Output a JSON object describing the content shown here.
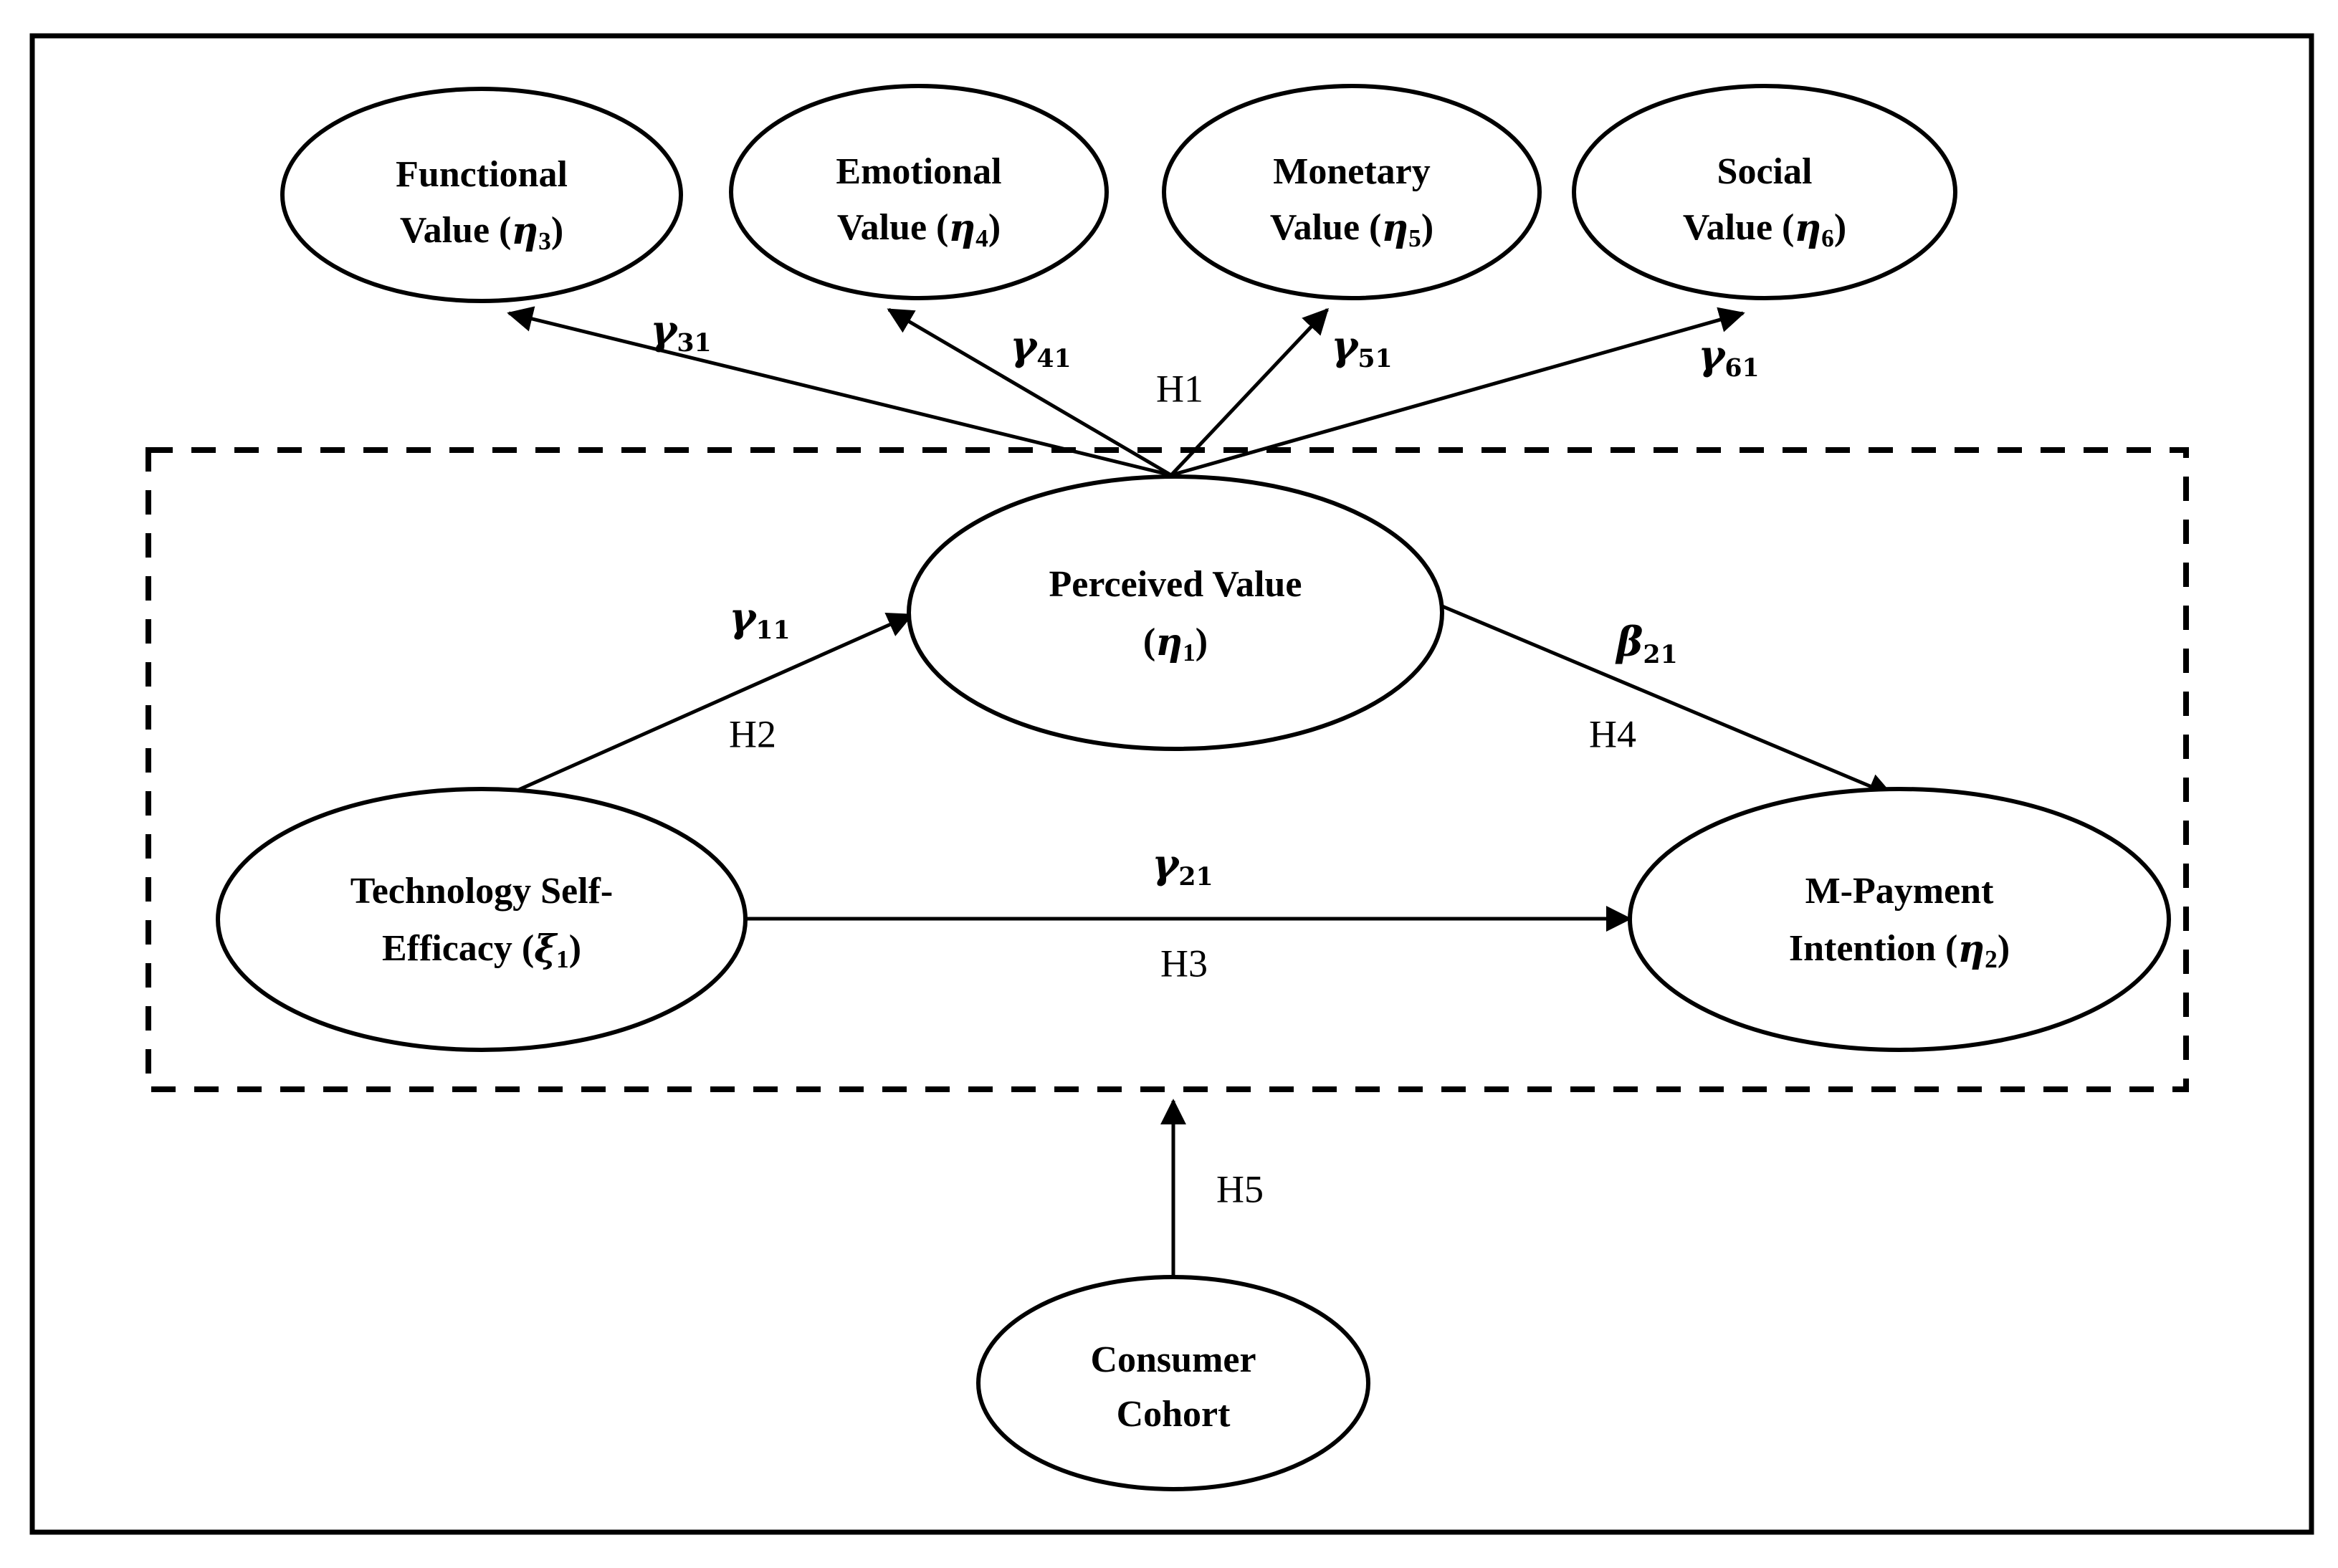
{
  "figure": {
    "type": "structural-equation-model",
    "description": "Conceptual research model of perceived value dimensions, technology self-efficacy and m-payment intention"
  },
  "nodes": {
    "functional_value": {
      "label_line1": "Functional",
      "label_line2_prefix": "Value (",
      "greek": "η",
      "subscript": "3",
      "label_line2_suffix": ")"
    },
    "emotional_value": {
      "label_line1": "Emotional",
      "label_line2_prefix": "Value (",
      "greek": "η",
      "subscript": "4",
      "label_line2_suffix": ")"
    },
    "monetary_value": {
      "label_line1": "Monetary",
      "label_line2_prefix": "Value (",
      "greek": "η",
      "subscript": "5",
      "label_line2_suffix": ")"
    },
    "social_value": {
      "label_line1": "Social",
      "label_line2_prefix": "Value (",
      "greek": "η",
      "subscript": "6",
      "label_line2_suffix": ")"
    },
    "perceived_value": {
      "label_line1": "Perceived Value",
      "label_line2_prefix": "(",
      "greek": "η",
      "subscript": "1",
      "label_line2_suffix": ")"
    },
    "technology_self_efficacy": {
      "label_line1": "Technology Self-",
      "label_line2_prefix": "Efficacy (",
      "greek": "ξ",
      "subscript": "1",
      "label_line2_suffix": ")"
    },
    "m_payment_intention": {
      "label_line1": "M-Payment",
      "label_line2_prefix": "Intention (",
      "greek": "η",
      "subscript": "2",
      "label_line2_suffix": ")"
    },
    "consumer_cohort": {
      "label_line1": "Consumer",
      "label_line2": "Cohort"
    }
  },
  "paths": {
    "gamma31": {
      "greek": "γ",
      "subscript": "31"
    },
    "gamma41": {
      "greek": "γ",
      "subscript": "41"
    },
    "gamma51": {
      "greek": "γ",
      "subscript": "51"
    },
    "gamma61": {
      "greek": "γ",
      "subscript": "61"
    },
    "gamma11": {
      "greek": "γ",
      "subscript": "11"
    },
    "gamma21": {
      "greek": "γ",
      "subscript": "21"
    },
    "beta21": {
      "greek": "β",
      "subscript": "21"
    }
  },
  "hypotheses": {
    "h1": "H1",
    "h2": "H2",
    "h3": "H3",
    "h4": "H4",
    "h5": "H5"
  },
  "colors": {
    "stroke": "#000000",
    "fill": "#ffffff",
    "background": "#ffffff"
  }
}
